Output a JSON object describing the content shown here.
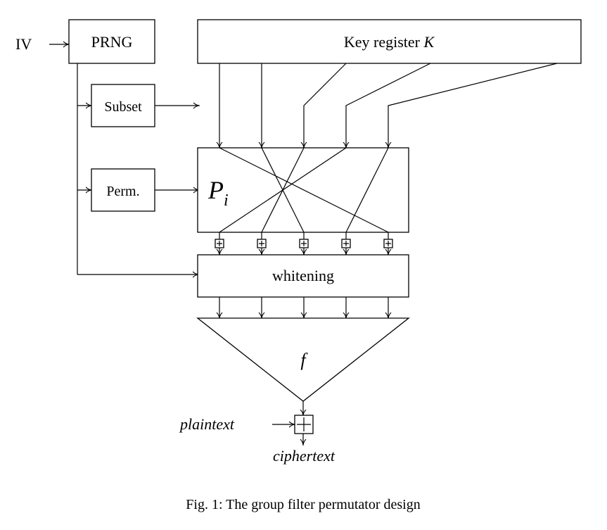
{
  "labels": {
    "iv": "IV",
    "prng": "PRNG",
    "key_register": "Key register",
    "key_symbol": "K",
    "subset": "Subset",
    "perm": "Perm.",
    "p_base": "P",
    "p_sub": "i",
    "whitening": "whitening",
    "f": "f",
    "plaintext": "plaintext",
    "ciphertext": "ciphertext",
    "xor_symbol": "+"
  },
  "caption": "Fig. 1: The group filter permutator design"
}
